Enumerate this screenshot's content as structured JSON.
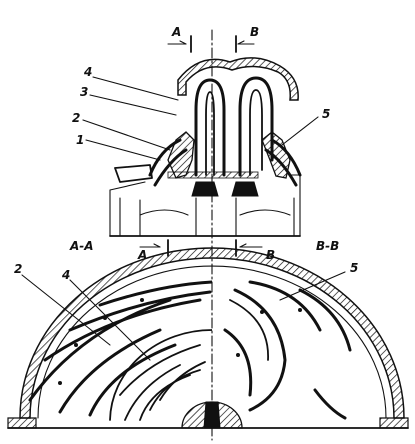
{
  "figure": {
    "labels": {
      "n1": "1",
      "n2_top": "2",
      "n3": "3",
      "n4_top": "4",
      "n5_top": "5",
      "sec_a_top": "A",
      "sec_b_top": "B",
      "sec_a_mid": "A",
      "sec_b_mid": "B",
      "view_aa": "A-A",
      "view_bb": "B-B",
      "n2_bottom": "2",
      "n4_bottom": "4",
      "n5_bottom": "5"
    }
  }
}
